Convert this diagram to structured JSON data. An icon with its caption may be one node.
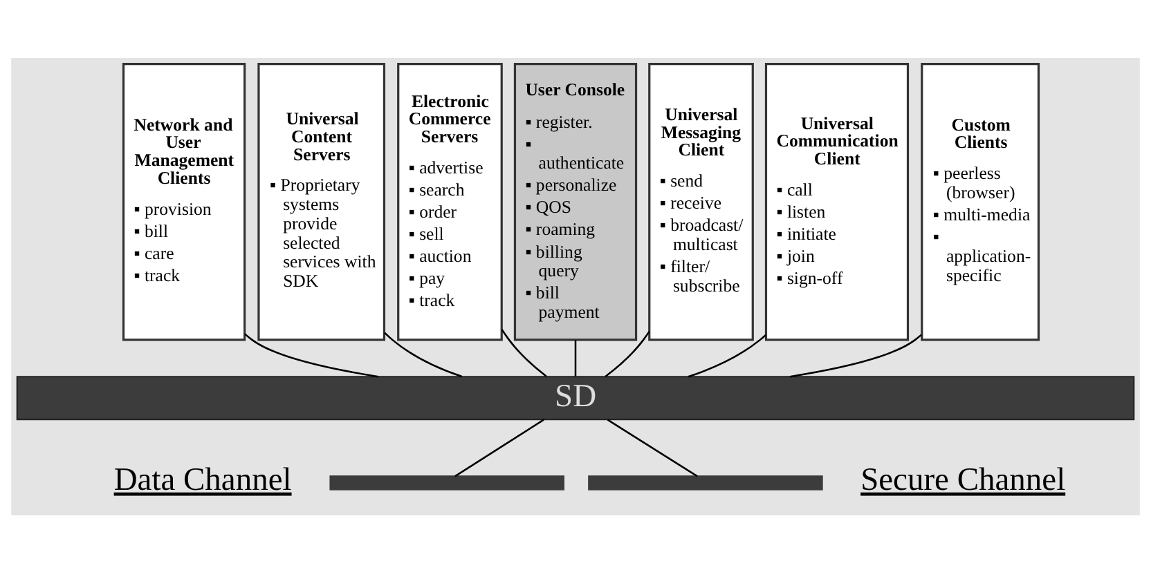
{
  "diagram": {
    "nodes": [
      {
        "text": [
          "Network and User Management Clients",
          "▪ provision",
          "▪ bill",
          "▪ care",
          "▪ track"
        ]
      },
      {
        "text": [
          "Universal Content Servers",
          "▪ Proprietary systems provide selected services with SDK"
        ]
      },
      {
        "text": [
          "Electronic Commerce Servers",
          "▪ advertise",
          "▪ search",
          "▪ order",
          "▪ sell",
          "▪ auction",
          "▪ pay",
          "▪ track"
        ]
      },
      {
        "text": [
          "User Console",
          "▪ register.",
          "▪ authenticate",
          "▪ personalize",
          "▪ QOS",
          "▪ roaming",
          "▪ billing query",
          "▪ bill payment"
        ]
      },
      {
        "text": [
          "Universal Messaging Client",
          "▪ send",
          "▪ receive",
          "▪ broadcast/ multicast",
          "▪ filter/ subscribe"
        ]
      },
      {
        "text": [
          "Universal Communication Client",
          "▪ call",
          "▪ listen",
          "▪ initiate",
          "▪ join",
          "▪ sign-off"
        ]
      },
      {
        "text": [
          "Custom Clients",
          "▪ peerless (browser)",
          "▪ multi-media",
          "▪ application- specific"
        ]
      },
      {
        "text": [
          "SD"
        ]
      },
      {
        "text": [],
        "shape": "bar"
      },
      {
        "text": [],
        "shape": "bar"
      }
    ],
    "edges": [
      {
        "from": 0,
        "to": 7,
        "arrow": "none"
      },
      {
        "from": 1,
        "to": 7,
        "arrow": "none"
      },
      {
        "from": 2,
        "to": 7,
        "arrow": "none"
      },
      {
        "from": 3,
        "to": 7,
        "arrow": "none"
      },
      {
        "from": 4,
        "to": 7,
        "arrow": "none"
      },
      {
        "from": 5,
        "to": 7,
        "arrow": "none"
      },
      {
        "from": 6,
        "to": 7,
        "arrow": "none"
      },
      {
        "from": 7,
        "to": 8,
        "arrow": "none"
      },
      {
        "from": 7,
        "to": 9,
        "arrow": "none"
      }
    ],
    "labels": [
      "Data Channel",
      "Secure Channel"
    ]
  }
}
